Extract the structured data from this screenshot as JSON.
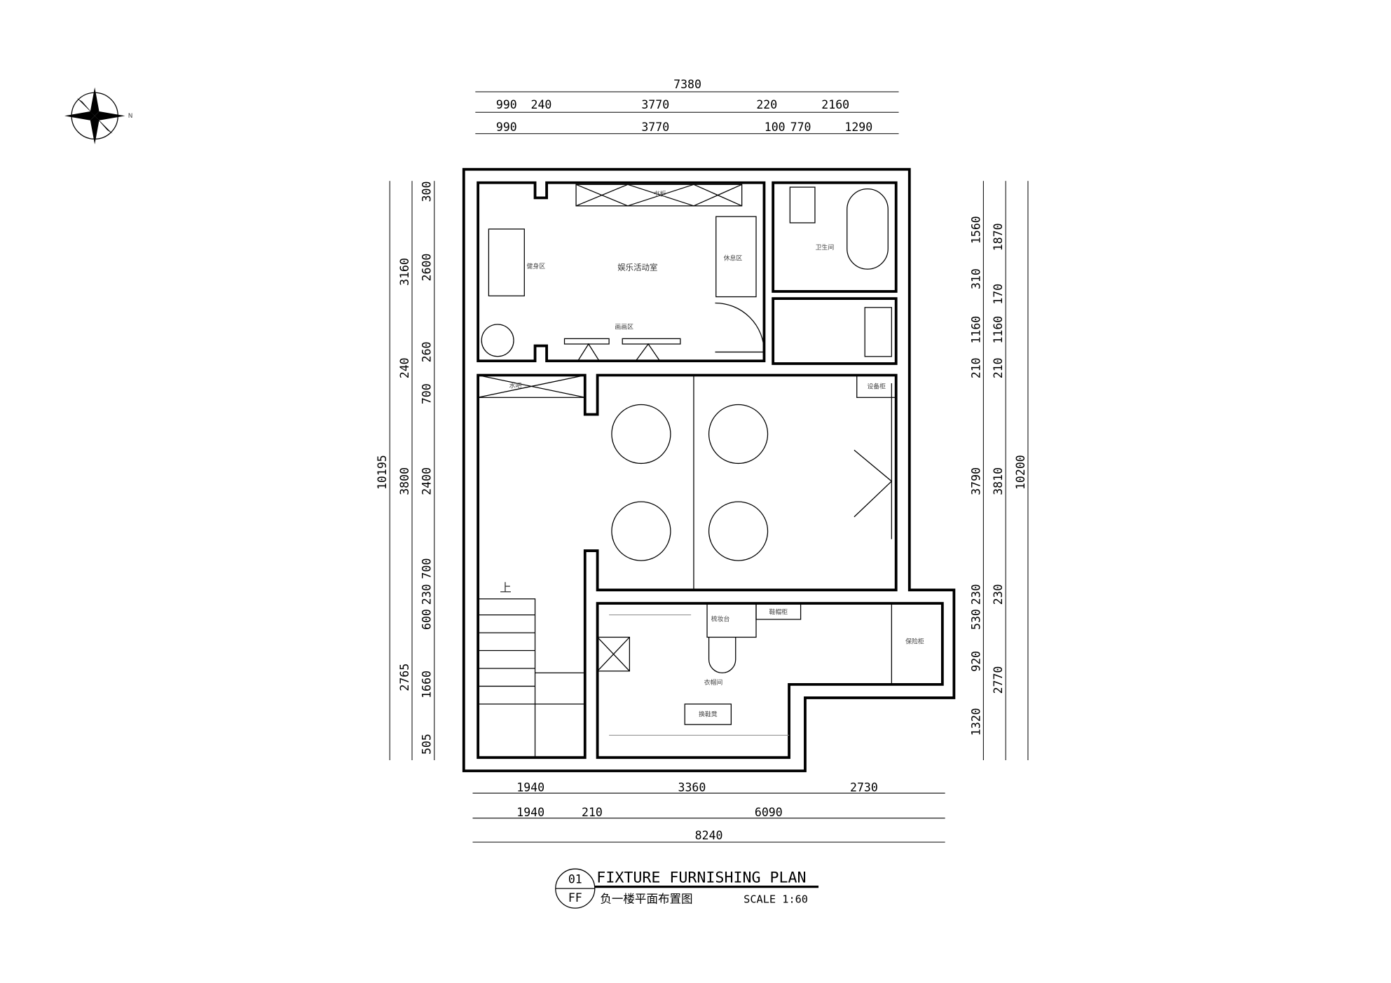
{
  "compass": {
    "label": "N"
  },
  "dims": {
    "top": {
      "row1": [
        "7380"
      ],
      "row2": [
        "990",
        "240",
        "3770",
        "220",
        "2160"
      ],
      "row3": [
        "990",
        "3770",
        "100",
        "770",
        "1290"
      ]
    },
    "left": {
      "col1": [
        "10195"
      ],
      "col2": [
        "3160",
        "240",
        "3800",
        "2765"
      ],
      "col3": [
        "300",
        "2600",
        "260",
        "700",
        "2400",
        "700",
        "230",
        "600",
        "1660",
        "505"
      ]
    },
    "right": {
      "col1": [
        "1560",
        "310",
        "1160",
        "210",
        "3790",
        "230",
        "530",
        "920",
        "1320"
      ],
      "col2": [
        "1870",
        "170",
        "1160",
        "210",
        "3810",
        "230",
        "2770"
      ],
      "col3": [
        "10200"
      ]
    },
    "bottom": {
      "row1": [
        "1940",
        "3360",
        "2730"
      ],
      "row2": [
        "1940",
        "210",
        "6090"
      ],
      "row3": [
        "8240"
      ]
    }
  },
  "rooms": {
    "entertainment": "娱乐活动室",
    "fitness": "健身区",
    "bookcase": "书柜",
    "lounge": "休息区",
    "painting": "画画区",
    "bathroom": "卫生间",
    "equipment": "设备柜",
    "water_bar": "水吧",
    "dresser": "梳妆台",
    "shoe_cabinet": "鞋帽柜",
    "cloakroom": "衣帽间",
    "shoe_bench": "换鞋凳",
    "safe": "保险柜",
    "stairs_up": "上"
  },
  "title": {
    "number": "01",
    "code": "FF",
    "en": "FIXTURE FURNISHING PLAN",
    "cn": "负一楼平面布置图",
    "scale": "SCALE 1:60"
  }
}
